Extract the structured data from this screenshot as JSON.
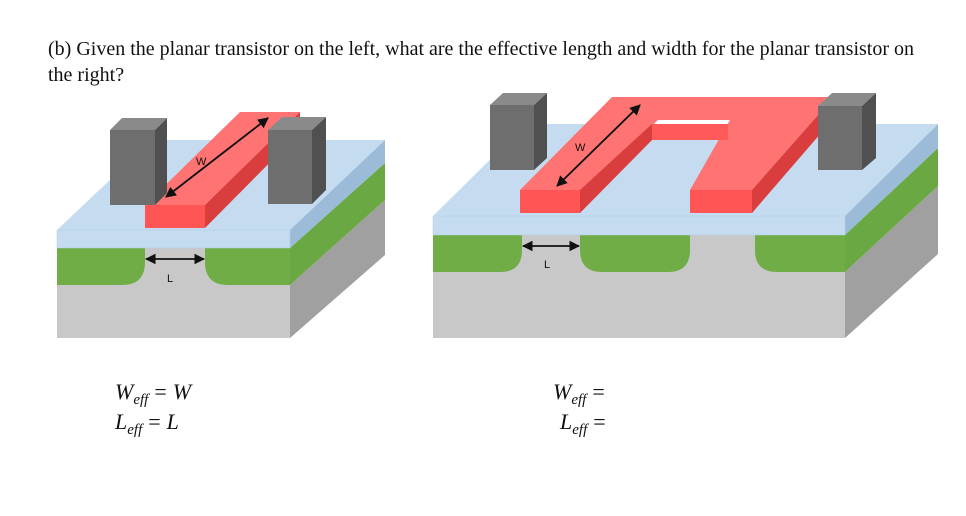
{
  "question": {
    "text": "(b) Given the planar transistor on the left, what are the effective length and width for the planar transistor on the right?"
  },
  "left_figure": {
    "w_label": "W",
    "l_label": "L"
  },
  "right_figure": {
    "w_label": "W",
    "l_label": "L"
  },
  "left_equations": {
    "w_var": "W",
    "w_sub": "eff",
    "w_rhs": "W",
    "l_var": "L",
    "l_sub": "eff",
    "l_rhs": "L",
    "equals": "="
  },
  "right_equations": {
    "w_var": "W",
    "w_sub": "eff",
    "l_var": "L",
    "l_sub": "eff",
    "equals": "="
  },
  "colors": {
    "oxide": "#c5dcf0",
    "oxide_side": "#8fb0d0",
    "gate": "#ff5555",
    "gate_top": "#ff7373",
    "gate_side": "#d93d3d",
    "contact_front": "#6e6e6e",
    "contact_top": "#8a8a8a",
    "contact_side": "#505050",
    "diffusion": "#70ad47",
    "diffusion_side": "#5e9a3a",
    "substrate": "#c8c8c8",
    "substrate_side": "#a0a0a0"
  }
}
